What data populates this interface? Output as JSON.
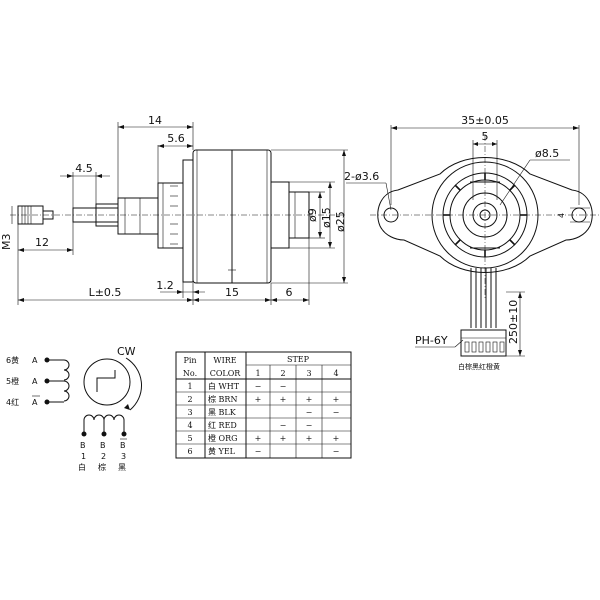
{
  "side_view": {
    "dim_14": "14",
    "dim_5_6": "5.6",
    "dim_4_5": "4.5",
    "dim_12": "12",
    "dim_M3": "M3",
    "dim_phi9": "ø9",
    "dim_phi15": "ø15",
    "dim_phi25": "ø25",
    "dim_1_2": "1.2",
    "dim_L": "L±0.5",
    "dim_15": "15",
    "dim_6": "6"
  },
  "front_view": {
    "dim_35": "35±0.05",
    "dim_5": "5",
    "dim_phi8_5": "ø8.5",
    "dim_2phi3_6": "2-ø3.6",
    "dim_4": "4",
    "dim_250": "250±10",
    "connector": "PH-6Y",
    "wire_colors": "白棕黑红橙黄"
  },
  "schematic": {
    "cw_label": "CW",
    "pin6": "6黄",
    "pin5": "5橙",
    "pin4": "4红",
    "A": "A",
    "A_bar": "A",
    "B": "B",
    "bottom_pins": [
      {
        "num": "1",
        "color": "白"
      },
      {
        "num": "2",
        "color": "棕"
      },
      {
        "num": "3",
        "color": "黑"
      }
    ]
  },
  "table": {
    "headers": {
      "pin": "Pin",
      "no": "No.",
      "wire": "WIRE",
      "color": "COLOR",
      "step": "STEP",
      "steps": [
        "1",
        "2",
        "3",
        "4"
      ]
    },
    "rows": [
      {
        "pin": "1",
        "color": "白 WHT",
        "s": [
          "−",
          "−",
          "",
          ""
        ]
      },
      {
        "pin": "2",
        "color": "棕 BRN",
        "s": [
          "+",
          "+",
          "+",
          "+"
        ]
      },
      {
        "pin": "3",
        "color": "黑 BLK",
        "s": [
          "",
          "",
          "−",
          "−"
        ]
      },
      {
        "pin": "4",
        "color": "红 RED",
        "s": [
          "",
          "−",
          "−",
          ""
        ]
      },
      {
        "pin": "5",
        "color": "橙 ORG",
        "s": [
          "+",
          "+",
          "+",
          "+"
        ]
      },
      {
        "pin": "6",
        "color": "黄 YEL",
        "s": [
          "−",
          "",
          "",
          "−"
        ]
      }
    ]
  }
}
